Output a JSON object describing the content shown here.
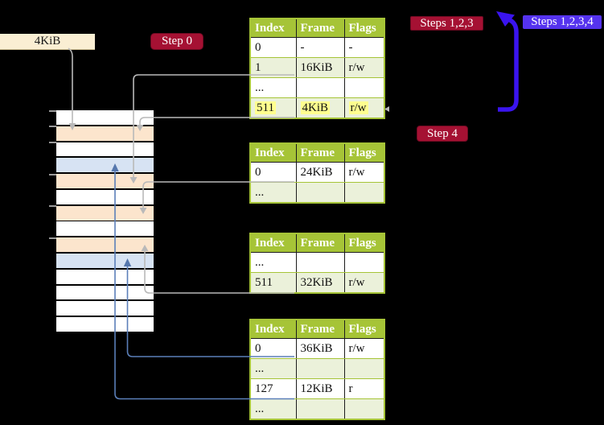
{
  "labels": {
    "frame_size": "4KiB",
    "step0": "Step 0",
    "steps123": "Steps 1,2,3",
    "steps1234": "Steps 1,2,3,4",
    "step4": "Step 4"
  },
  "memory": {
    "rows": [
      "white",
      "peach",
      "white",
      "blue",
      "peach",
      "white",
      "peach",
      "white",
      "peach",
      "blue",
      "white",
      "white",
      "white",
      "white"
    ]
  },
  "tables": [
    {
      "name": "page-table-1",
      "header": [
        "Index",
        "Frame",
        "Flags"
      ],
      "rows": [
        {
          "cells": [
            "0",
            "-",
            "-"
          ],
          "shade": false
        },
        {
          "cells": [
            "1",
            "16KiB",
            "r/w"
          ],
          "shade": true
        },
        {
          "cells": [
            "...",
            "",
            ""
          ],
          "shade": false
        },
        {
          "cells": [
            "511",
            "4KiB",
            "r/w"
          ],
          "shade": true,
          "highlight": true
        }
      ]
    },
    {
      "name": "page-table-2",
      "header": [
        "Index",
        "Frame",
        "Flags"
      ],
      "rows": [
        {
          "cells": [
            "0",
            "24KiB",
            "r/w"
          ],
          "shade": false
        },
        {
          "cells": [
            "...",
            "",
            ""
          ],
          "shade": true
        }
      ]
    },
    {
      "name": "page-table-3",
      "header": [
        "Index",
        "Frame",
        "Flags"
      ],
      "rows": [
        {
          "cells": [
            "...",
            "",
            ""
          ],
          "shade": false
        },
        {
          "cells": [
            "511",
            "32KiB",
            "r/w"
          ],
          "shade": true
        }
      ]
    },
    {
      "name": "page-table-4",
      "header": [
        "Index",
        "Frame",
        "Flags"
      ],
      "rows": [
        {
          "cells": [
            "0",
            "36KiB",
            "r/w"
          ],
          "shade": false
        },
        {
          "cells": [
            "...",
            "",
            ""
          ],
          "shade": true
        },
        {
          "cells": [
            "127",
            "12KiB",
            "r"
          ],
          "shade": false
        },
        {
          "cells": [
            "...",
            "",
            ""
          ],
          "shade": true
        }
      ]
    }
  ],
  "colors": {
    "background": "#000000",
    "table_header_green": "#a6c437",
    "table_row_shade": "#ebf1da",
    "highlight_yellow": "#ffff8f",
    "frame_label_bg": "#faeed3",
    "step_badge_red": "#a51133",
    "steps_all_badge_blue": "#5533ee",
    "big_arrow_blue": "#3a14ef",
    "connector_gray": "#b9b9b9",
    "connector_blue": "#5b7fb9",
    "memory_frame_peach": "#fce5cd",
    "memory_frame_blue": "#d7e3f3"
  }
}
